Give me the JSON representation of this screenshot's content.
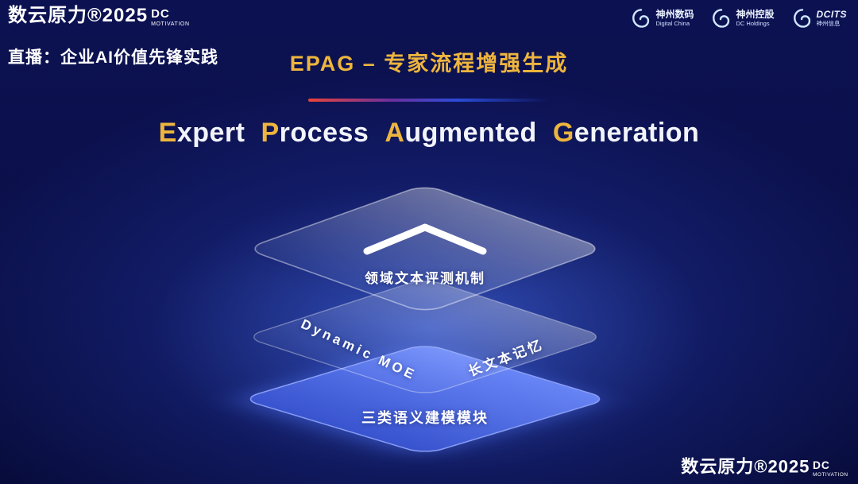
{
  "brand": {
    "logo_text": "数云原力®2025",
    "logo_dc": "DC",
    "logo_motivation": "MOTIVATION"
  },
  "live_label": "直播：企业AI价值先锋实践",
  "partners": [
    {
      "line1": "神州数码",
      "line2": "Digital China"
    },
    {
      "line1": "神州控股",
      "line2": "DC Holdings"
    },
    {
      "line1": "DCITS",
      "line2": "神州信息"
    }
  ],
  "slide": {
    "title": "EPAG – 专家流程增强生成",
    "main_title_words": [
      "Expert",
      "Process",
      "Augmented",
      "Generation"
    ]
  },
  "diagram": {
    "top_layer_label": "领域文本评测机制",
    "middle_layer_left_label": "Dynamic MOE",
    "middle_layer_right_label": "长文本记忆",
    "bottom_layer_label": "三类语义建模模块"
  },
  "colors": {
    "gold": "#edb53e",
    "divider_red": "#e8433a",
    "divider_blue": "#2b4bd8",
    "layer_blue_top": "#6e8cff",
    "layer_blue_bottom": "#3b57d6"
  }
}
